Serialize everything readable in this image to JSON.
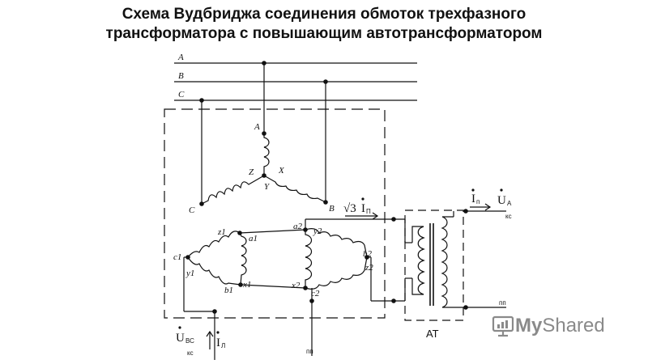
{
  "title": {
    "line1": "Схема Вудбриджа соединения обмоток трехфазного",
    "line2": "трансформатора с повышающим автотрансформатором"
  },
  "bus_labels": [
    "A",
    "B",
    "C"
  ],
  "star_labels": {
    "a": "A",
    "b": "B",
    "c": "C",
    "x": "X",
    "y": "Y",
    "z": "Z"
  },
  "lower_labels": {
    "z1": "z1",
    "a1": "a1",
    "c1": "c1",
    "y1": "y1",
    "b1": "b1",
    "x1": "x1",
    "a2": "a2",
    "y2": "y2",
    "b2": "b2",
    "z2": "z2",
    "x2": "x2",
    "c2": "c2"
  },
  "current_labels": {
    "sqrt": "√3",
    "i_letter": "I",
    "i_sub_p": "П",
    "i_sub_n": "п",
    "u_letter": "U",
    "u_sub_a": "А",
    "kc": "кс",
    "pp": "пп",
    "u_sub_bc": "ВС",
    "i_sub_l": "Л",
    "kc_bottom": "кс",
    "pp_bottom": "пп",
    "pp_right": "пп"
  },
  "at_label": "АТ",
  "logo": {
    "name": "MyShared",
    "bold_part": "My",
    "rest_part": "Shared"
  }
}
